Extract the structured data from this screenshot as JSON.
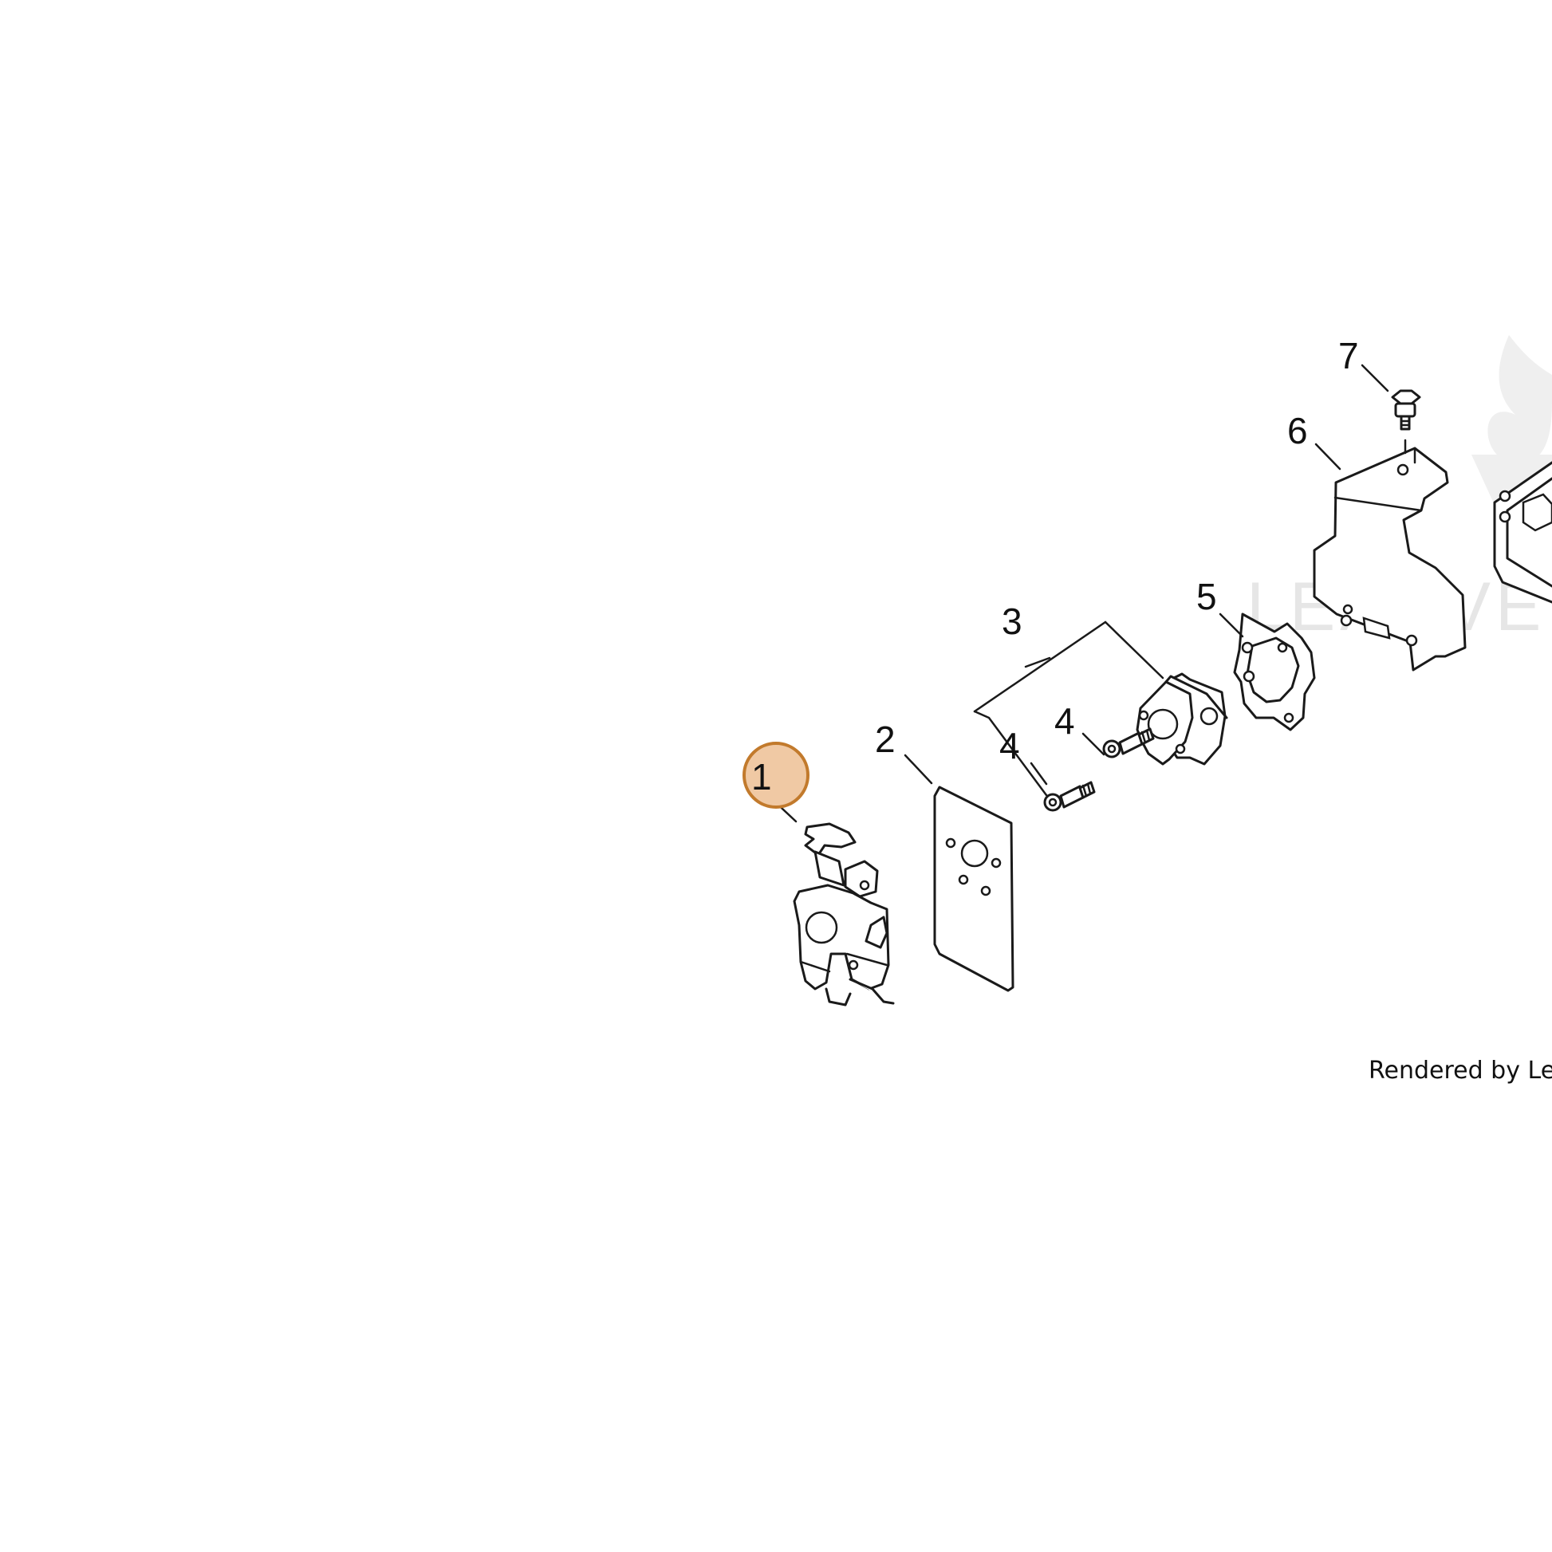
{
  "diagram": {
    "callouts": [
      {
        "id": "1",
        "label": "1",
        "highlighted": true
      },
      {
        "id": "2",
        "label": "2"
      },
      {
        "id": "3",
        "label": "3"
      },
      {
        "id": "4a",
        "label": "4"
      },
      {
        "id": "4b",
        "label": "4"
      },
      {
        "id": "5",
        "label": "5"
      },
      {
        "id": "6",
        "label": "6"
      },
      {
        "id": "7",
        "label": "7"
      }
    ],
    "highlight_fill": "#f0c9a4",
    "highlight_stroke": "#c27a2c",
    "watermark_text": "LEADVE",
    "footer_text": "Rendered by Lead"
  }
}
